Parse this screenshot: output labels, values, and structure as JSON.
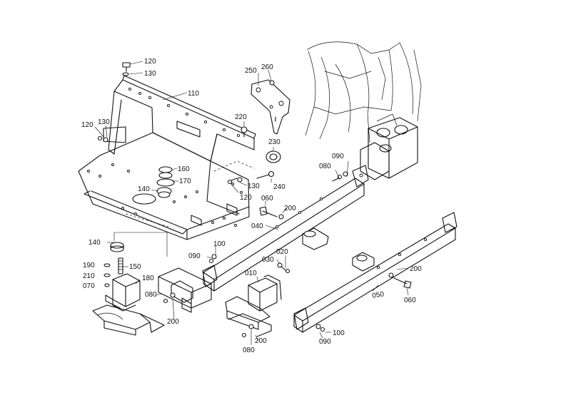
{
  "labels": {
    "l120a": "120",
    "l130a": "130",
    "l110": "110",
    "l120b": "120",
    "l130b": "130",
    "l160": "160",
    "l170": "170",
    "l140a": "140",
    "l250": "250",
    "l260": "260",
    "l220": "220",
    "l230": "230",
    "l240": "240",
    "l130c": "130",
    "l120c": "120",
    "l060a": "060",
    "l200a": "200",
    "l040": "040",
    "l090a": "090",
    "l080a": "080",
    "l140b": "140",
    "l190": "190",
    "l150": "150",
    "l210": "210",
    "l070": "070",
    "l180": "180",
    "l080b": "080",
    "l200b": "200",
    "l090b": "090",
    "l100a": "100",
    "l010": "010",
    "l030": "030",
    "l020": "020",
    "l200c": "200",
    "l080c": "080",
    "l050": "050",
    "l060b": "060",
    "l200d": "200",
    "l100b": "100",
    "l090c": "090"
  }
}
